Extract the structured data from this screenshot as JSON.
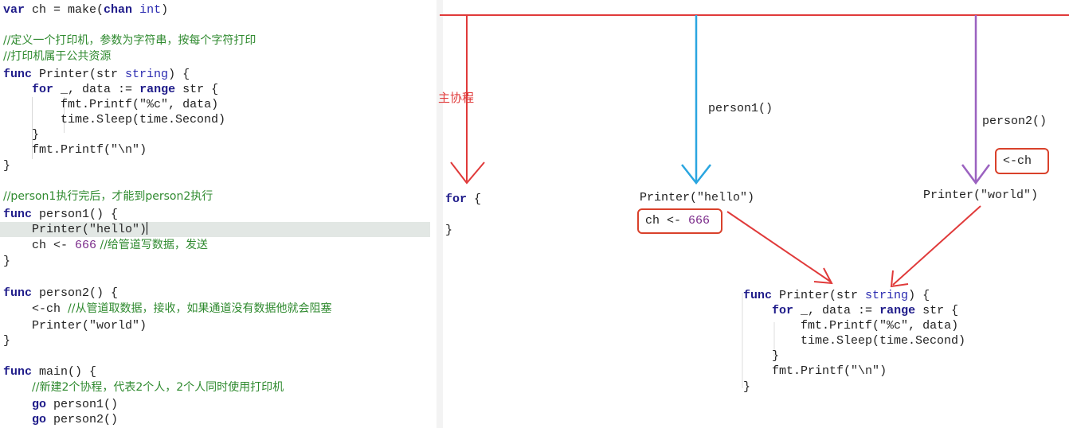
{
  "editor": {
    "lines": {
      "l1": {
        "kw": "var",
        "rest": " ch = make(",
        "kw2": "chan",
        "ty": " int",
        "end": ")"
      },
      "l3": "//定义一个打印机，参数为字符串，按每个字符打印",
      "l4": "//打印机属于公共资源",
      "l5": {
        "kw": "func",
        "a": " Printer(str ",
        "ty": "string",
        "b": ") {"
      },
      "l6": {
        "kw": "for",
        "a": " _, data := ",
        "kw2": "range",
        "b": " str {"
      },
      "l7": {
        "a": "fmt.Printf(",
        "s": "\"%c\"",
        "b": ", data)"
      },
      "l8": "time.Sleep(time.Second)",
      "l9": "}",
      "l10": {
        "a": "fmt.Printf(",
        "s": "\"\\n\"",
        "b": ")"
      },
      "l11": "}",
      "l13": "//person1执行完后，才能到person2执行",
      "l14": {
        "kw": "func",
        "a": " person1() {"
      },
      "l15": {
        "a": "Printer(",
        "s": "\"hello\"",
        "b": ")"
      },
      "l16": {
        "a": "ch <- ",
        "n": "666",
        "c": " //给管道写数据，发送"
      },
      "l17": "}",
      "l19": {
        "kw": "func",
        "a": " person2() {"
      },
      "l20": {
        "a": "<-ch ",
        "c": "//从管道取数据，接收，如果通道没有数据他就会阻塞"
      },
      "l21": {
        "a": "Printer(",
        "s": "\"world\"",
        "b": ")"
      },
      "l22": "}",
      "l24": {
        "kw": "func",
        "a": " main() {"
      },
      "l25": "//新建2个协程，代表2个人，2个人同时使用打印机",
      "l26": {
        "kw": "go",
        "a": " person1()"
      },
      "l27": {
        "kw": "go",
        "a": " person2()"
      }
    }
  },
  "diagram": {
    "main_label": "主协程",
    "person1_label": "person1()",
    "person2_label": "person2()",
    "for_kw": "for",
    "for_open": " {",
    "for_close": "}",
    "p1_call": {
      "a": "Printer(",
      "s": "\"hello\"",
      "b": ")"
    },
    "p1_send": {
      "a": "ch <- ",
      "n": "666"
    },
    "p2_recv": "<-ch",
    "p2_call": {
      "a": "Printer(",
      "s": "\"world\"",
      "b": ")"
    },
    "func_block": {
      "l1": {
        "kw": "func",
        "a": " Printer(str ",
        "ty": "string",
        "b": ") {"
      },
      "l2": {
        "kw": "for",
        "a": " _, data := ",
        "kw2": "range",
        "b": " str {"
      },
      "l3": {
        "a": "fmt.Printf(",
        "s": "\"%c\"",
        "b": ", data)"
      },
      "l4": "time.Sleep(time.Second)",
      "l5": "}",
      "l6": {
        "a": "fmt.Printf(",
        "s": "\"\\n\"",
        "b": ")"
      },
      "l7": "}"
    },
    "colors": {
      "red": "#e03a3a",
      "blue": "#2aa6e0",
      "purple": "#9b62c0",
      "box": "#d9412b"
    }
  }
}
